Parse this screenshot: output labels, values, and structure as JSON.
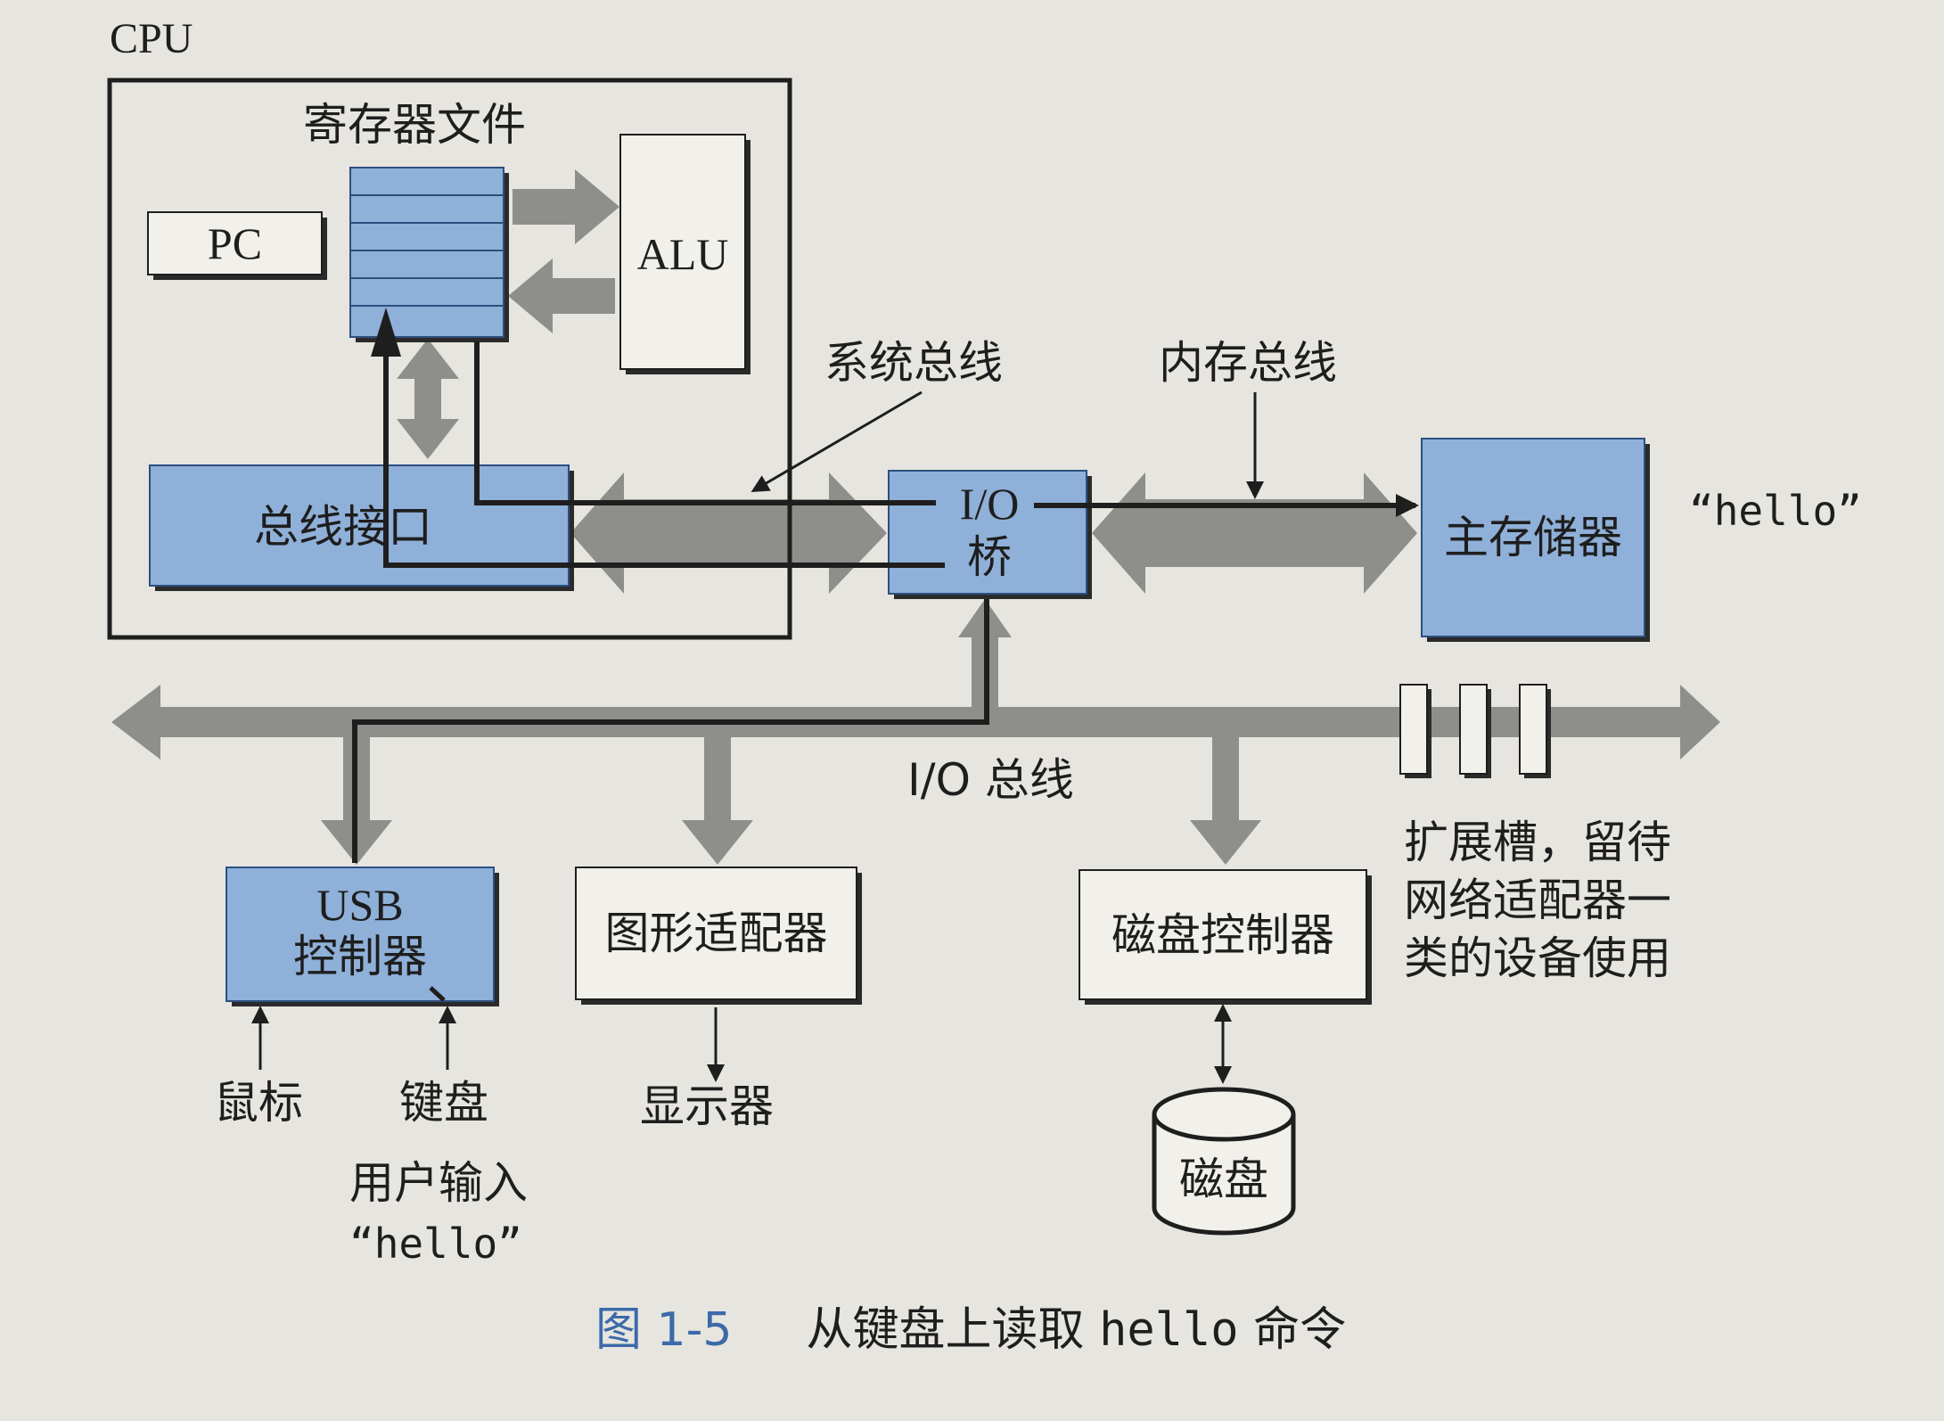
{
  "diagram": {
    "cpu": "CPU",
    "register_file": "寄存器文件",
    "pc": "PC",
    "alu": "ALU",
    "system_bus": "系统总线",
    "memory_bus": "内存总线",
    "bus_interface": "总线接口",
    "io_bridge_line1": "I/O",
    "io_bridge_line2": "桥",
    "main_memory": "主存储器",
    "memory_contents": "“hello”",
    "io_bus": "I/O 总线",
    "usb_line1": "USB",
    "usb_line2": "控制器",
    "graphics_adapter": "图形适配器",
    "disk_controller": "磁盘控制器",
    "expansion_line1": "扩展槽，留待",
    "expansion_line2": "网络适配器一",
    "expansion_line3": "类的设备使用",
    "mouse": "鼠标",
    "keyboard": "键盘",
    "user_input_line1": "用户输入",
    "user_input_line2": "“hello”",
    "display": "显示器",
    "disk": "磁盘"
  },
  "caption": {
    "figure_number": "图 1-5",
    "title_prefix": "从键盘上读取",
    "title_code": "hello",
    "title_suffix": "命令"
  },
  "colors": {
    "component_blue": "#8fb0d8",
    "bus_gray": "#8e8e8a",
    "line": "#1e1e1e",
    "caption_blue": "#3c6aa9",
    "background": "#e7e5df"
  }
}
